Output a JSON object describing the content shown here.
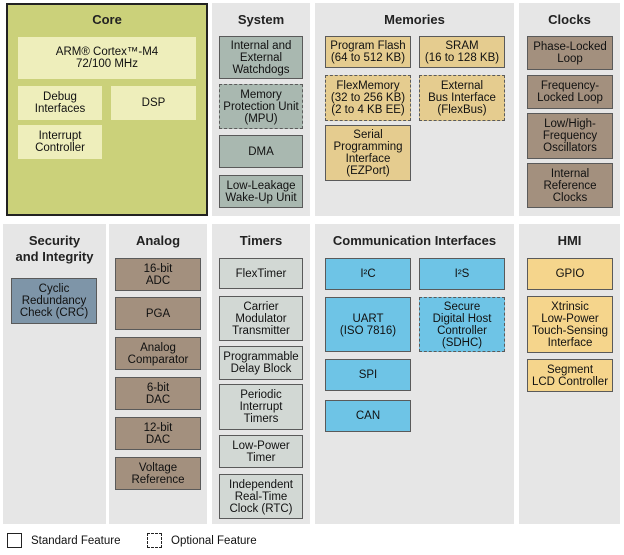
{
  "core": {
    "title": "Core",
    "cpu": "ARM® Cortex™-M4\n72/100 MHz",
    "debug": "Debug\nInterfaces",
    "dsp": "DSP",
    "interrupt": "Interrupt\nController"
  },
  "system": {
    "title": "System",
    "items": [
      "Internal and\nExternal\nWatchdogs",
      "Memory\nProtection Unit\n(MPU)",
      "DMA",
      "Low-Leakage\nWake-Up Unit"
    ]
  },
  "memories": {
    "title": "Memories",
    "items": [
      "Program Flash\n(64 to 512 KB)",
      "SRAM\n(16 to 128 KB)",
      "FlexMemory\n(32 to 256 KB)\n(2 to 4 KB EE)",
      "External\nBus Interface\n(FlexBus)",
      "Serial\nProgramming\nInterface\n(EZPort)"
    ]
  },
  "clocks": {
    "title": "Clocks",
    "items": [
      "Phase-Locked\nLoop",
      "Frequency-\nLocked Loop",
      "Low/High-\nFrequency\nOscillators",
      "Internal\nReference\nClocks"
    ]
  },
  "security": {
    "title": "Security\nand Integrity",
    "items": [
      "Cyclic\nRedundancy\nCheck (CRC)"
    ]
  },
  "analog": {
    "title": "Analog",
    "items": [
      "16-bit\nADC",
      "PGA",
      "Analog\nComparator",
      "6-bit\nDAC",
      "12-bit\nDAC",
      "Voltage\nReference"
    ]
  },
  "timers": {
    "title": "Timers",
    "items": [
      "FlexTimer",
      "Carrier\nModulator\nTransmitter",
      "Programmable\nDelay Block",
      "Periodic\nInterrupt\nTimers",
      "Low-Power\nTimer",
      "Independent\nReal-Time\nClock (RTC)"
    ]
  },
  "comm": {
    "title": "Communication Interfaces",
    "items": [
      "I²C",
      "I²S",
      "UART\n(ISO 7816)",
      "Secure\nDigital Host\nController\n(SDHC)",
      "SPI",
      "CAN"
    ]
  },
  "hmi": {
    "title": "HMI",
    "items": [
      "GPIO",
      "Xtrinsic\nLow-Power\nTouch-Sensing\nInterface",
      "Segment\nLCD Controller"
    ]
  },
  "legend": {
    "standard": "Standard Feature",
    "optional": "Optional Feature"
  },
  "colors": {
    "core_panel": "#cbd17a",
    "core_box": "#eeeebb",
    "system": "#a9b8b0",
    "memories": "#e5cc8f",
    "clocks": "#a3907e",
    "security": "#7e95a8",
    "analog": "#a3907e",
    "timers": "#d2d8d4",
    "comm": "#6ec4e6",
    "hmi": "#f5d58c"
  }
}
